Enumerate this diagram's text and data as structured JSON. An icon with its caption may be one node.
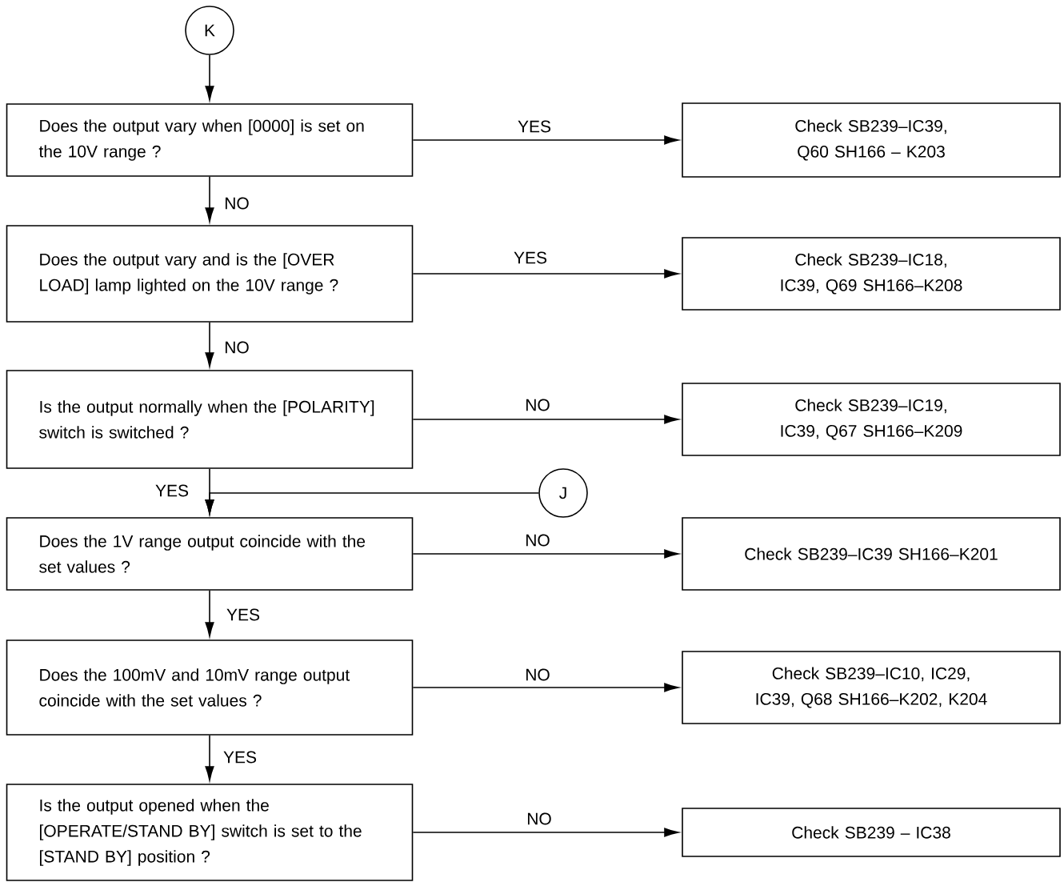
{
  "diagram": {
    "nodes": [
      {
        "text": [
          "K"
        ]
      },
      {
        "text": [
          "Does the output vary when [0000] is set on the 10V range ?"
        ]
      },
      {
        "text": [
          "Check SB239–IC39, Q60 SH166 – K203"
        ]
      },
      {
        "text": [
          "Does the output vary and is the [OVER LOAD] lamp lighted on the 10V range ?"
        ]
      },
      {
        "text": [
          "Check SB239–IC18, IC39, Q69 SH166–K208"
        ]
      },
      {
        "text": [
          "Is the output normally when the [POLARITY] switch is switched ?"
        ]
      },
      {
        "text": [
          "Check SB239–IC19, IC39, Q67 SH166–K209"
        ]
      },
      {
        "text": [
          "J"
        ]
      },
      {
        "text": [
          "Does the 1V range output coincide with the set values ?"
        ]
      },
      {
        "text": [
          "Check SB239–IC39 SH166–K201"
        ]
      },
      {
        "text": [
          "Does the 100mV and 10mV range output coincide with the set values ?"
        ]
      },
      {
        "text": [
          "Check SB239–IC10, IC29, IC39, Q68 SH166–K202, K204"
        ]
      },
      {
        "text": [
          "Is the output opened when the [OPERATE/STAND BY] switch is set to the [STAND BY] position ?"
        ]
      },
      {
        "text": [
          "Check SB239 – IC38"
        ]
      }
    ],
    "edges": [
      {
        "from": 0,
        "to": 1,
        "arrow": "to"
      },
      {
        "from": 1,
        "to": 2,
        "arrow": "to",
        "label": "YES"
      },
      {
        "from": 1,
        "to": 3,
        "arrow": "to",
        "label": "NO"
      },
      {
        "from": 3,
        "to": 4,
        "arrow": "to",
        "label": "YES"
      },
      {
        "from": 3,
        "to": 5,
        "arrow": "to",
        "label": "NO"
      },
      {
        "from": 5,
        "to": 6,
        "arrow": "to",
        "label": "NO"
      },
      {
        "from": 5,
        "to": 8,
        "arrow": "to",
        "label": "YES"
      },
      {
        "from": 7,
        "to": 8,
        "arrow": "to"
      },
      {
        "from": 8,
        "to": 9,
        "arrow": "to",
        "label": "NO"
      },
      {
        "from": 8,
        "to": 10,
        "arrow": "to",
        "label": "YES"
      },
      {
        "from": 10,
        "to": 11,
        "arrow": "to",
        "label": "NO"
      },
      {
        "from": 10,
        "to": 12,
        "arrow": "to",
        "label": "YES"
      },
      {
        "from": 12,
        "to": 13,
        "arrow": "to",
        "label": "NO"
      }
    ]
  }
}
